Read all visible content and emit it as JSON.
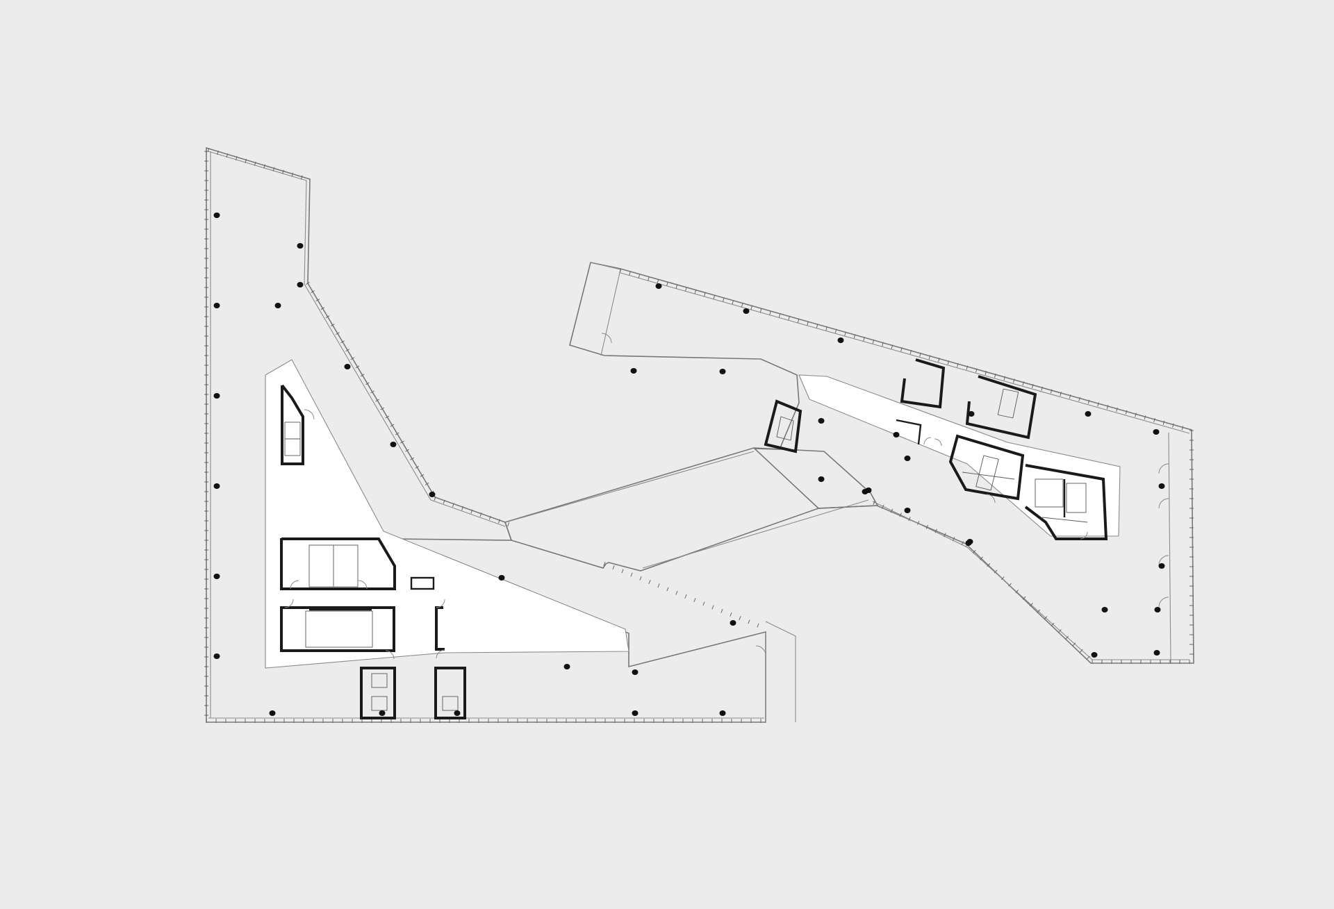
{
  "colors": {
    "background": "#ececec",
    "floor": "#ffffff",
    "outline": "#777777",
    "wall": "#1a1a1a",
    "column": "#111111"
  },
  "drawing": {
    "kind": "architectural-floor-plan",
    "wings": [
      "west-wing",
      "central-bridge",
      "east-wing"
    ],
    "cores": [
      "west-stair-core",
      "west-toilet-core",
      "west-main-stair",
      "west-lift-core",
      "east-stair-core-north",
      "east-stair-core-main",
      "east-toilet-core",
      "east-stair-small"
    ],
    "column_count": 44
  }
}
